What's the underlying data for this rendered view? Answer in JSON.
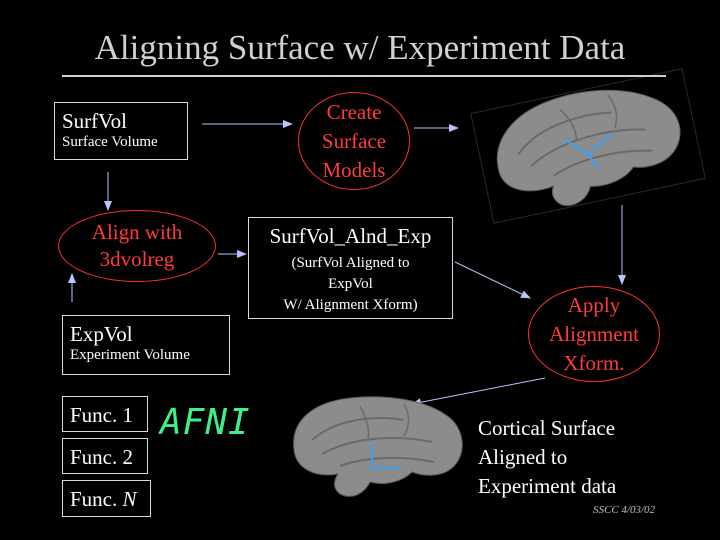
{
  "title": "Aligning Surface w/ Experiment Data",
  "surfvol": {
    "name": "SurfVol",
    "desc": "Surface Volume"
  },
  "create": {
    "line1": "Create",
    "line2": "Surface",
    "line3": "Models"
  },
  "align": {
    "line1": "Align with",
    "line2": "3dvolreg"
  },
  "alnd": {
    "name": "SurfVol_Alnd_Exp",
    "line1": "(SurfVol Aligned to",
    "line2": "ExpVol",
    "line3": "W/ Alignment Xform)"
  },
  "apply": {
    "line1": "Apply",
    "line2": "Alignment",
    "line3": "Xform."
  },
  "expvol": {
    "name": "ExpVol",
    "desc": "Experiment Volume"
  },
  "funcs": {
    "f1": "Func. 1",
    "f2": "Func. 2",
    "f3_prefix": "Func. ",
    "f3_italic": "N"
  },
  "afni": "AFNI",
  "cortical": {
    "line1": "Cortical Surface",
    "line2": "Aligned to",
    "line3": "Experiment data"
  },
  "signature": "SSCC 4/03/02",
  "colors": {
    "ellipse_border": "#ff3030",
    "red_text": "#ff3b3b",
    "afni": "#3cf08a",
    "arrow": "#b8c4ff",
    "brain": "#8c8c8c",
    "axes": "#3aa0ff"
  },
  "icons": [
    "brain-surface-icon",
    "brain-surface-aligned-icon",
    "axes-icon"
  ]
}
